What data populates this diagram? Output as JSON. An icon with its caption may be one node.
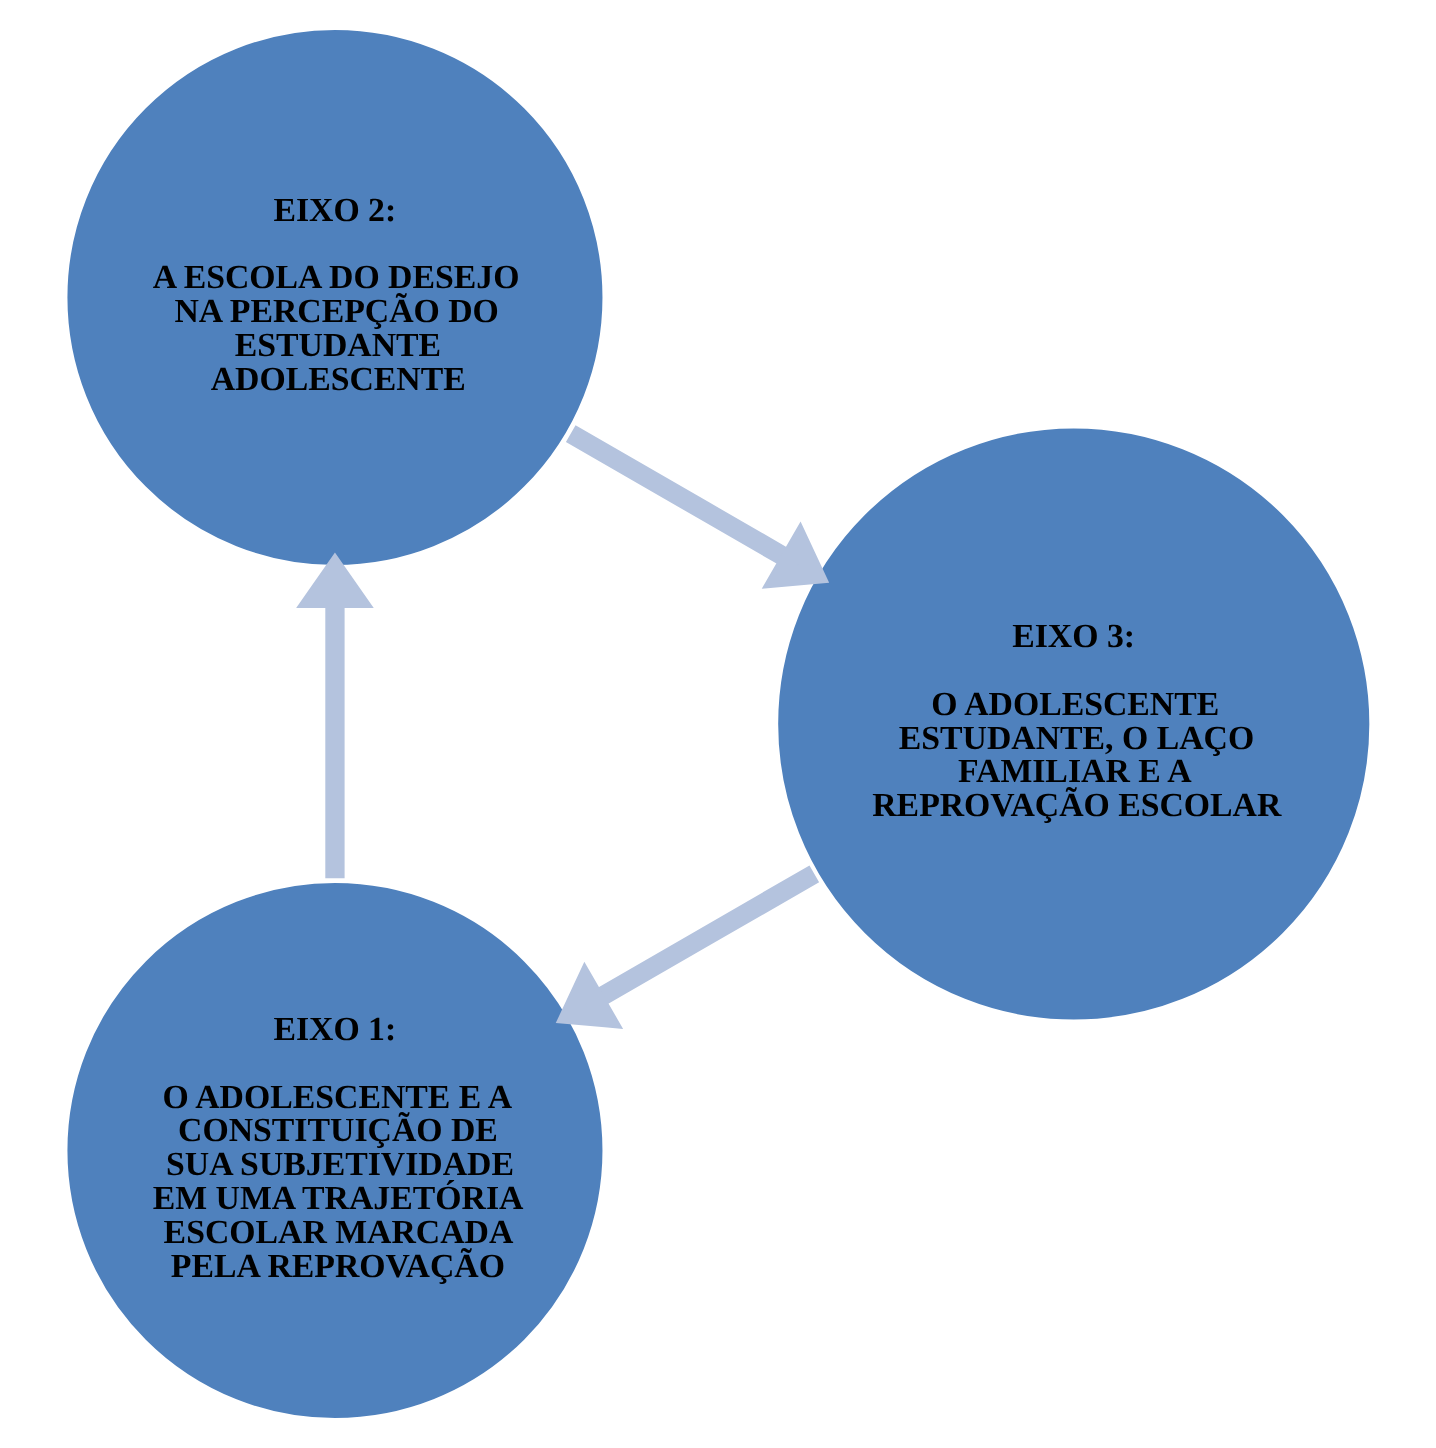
{
  "diagram": {
    "nodes": [
      {
        "text": [
          "EIXO 1:",
          "O ADOLESCENTE E A CONSTITUIÇÃO DE SUA SUBJETIVIDADE EM UMA TRAJETÓRIA ESCOLAR MARCADA PELA REPROVAÇÃO"
        ]
      },
      {
        "text": [
          "EIXO 2:",
          "A ESCOLA DO DESEJO NA PERCEPÇÃO DO ESTUDANTE ADOLESCENTE"
        ]
      },
      {
        "text": [
          "EIXO 3:",
          "O ADOLESCENTE ESTUDANTE, O LAÇO FAMILIAR E A REPROVAÇÃO ESCOLAR"
        ]
      }
    ],
    "edges": [
      {
        "from": 0,
        "to": 1,
        "arrow": "to"
      },
      {
        "from": 1,
        "to": 2,
        "arrow": "to"
      },
      {
        "from": 2,
        "to": 0,
        "arrow": "to"
      }
    ]
  }
}
